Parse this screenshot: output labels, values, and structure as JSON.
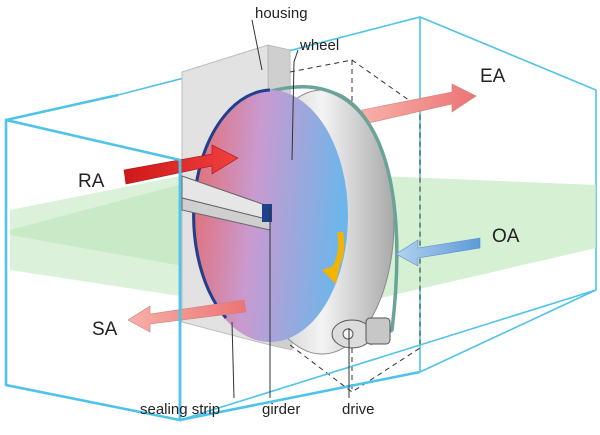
{
  "labels": {
    "housing": "housing",
    "wheel": "wheel",
    "ea": "EA",
    "ra": "RA",
    "oa": "OA",
    "sa": "SA",
    "sealing_strip": "sealing strip",
    "girder": "girder",
    "drive": "drive"
  },
  "colors": {
    "duct_outline": "#4fc3e8",
    "airflow_plane": "#c8ebc4",
    "return_air": "#e02626",
    "exhaust_air": "#f08080",
    "outdoor_air": "#7fb2e5",
    "supply_air": "#f08080",
    "wheel_warm": "#e66a6a",
    "wheel_cool": "#6fb5ea",
    "housing": "#e2e2e2",
    "rotation_arrow": "#f2b400"
  },
  "icons": {
    "rotation": "rotation-arrow-icon",
    "motor": "motor-icon"
  }
}
